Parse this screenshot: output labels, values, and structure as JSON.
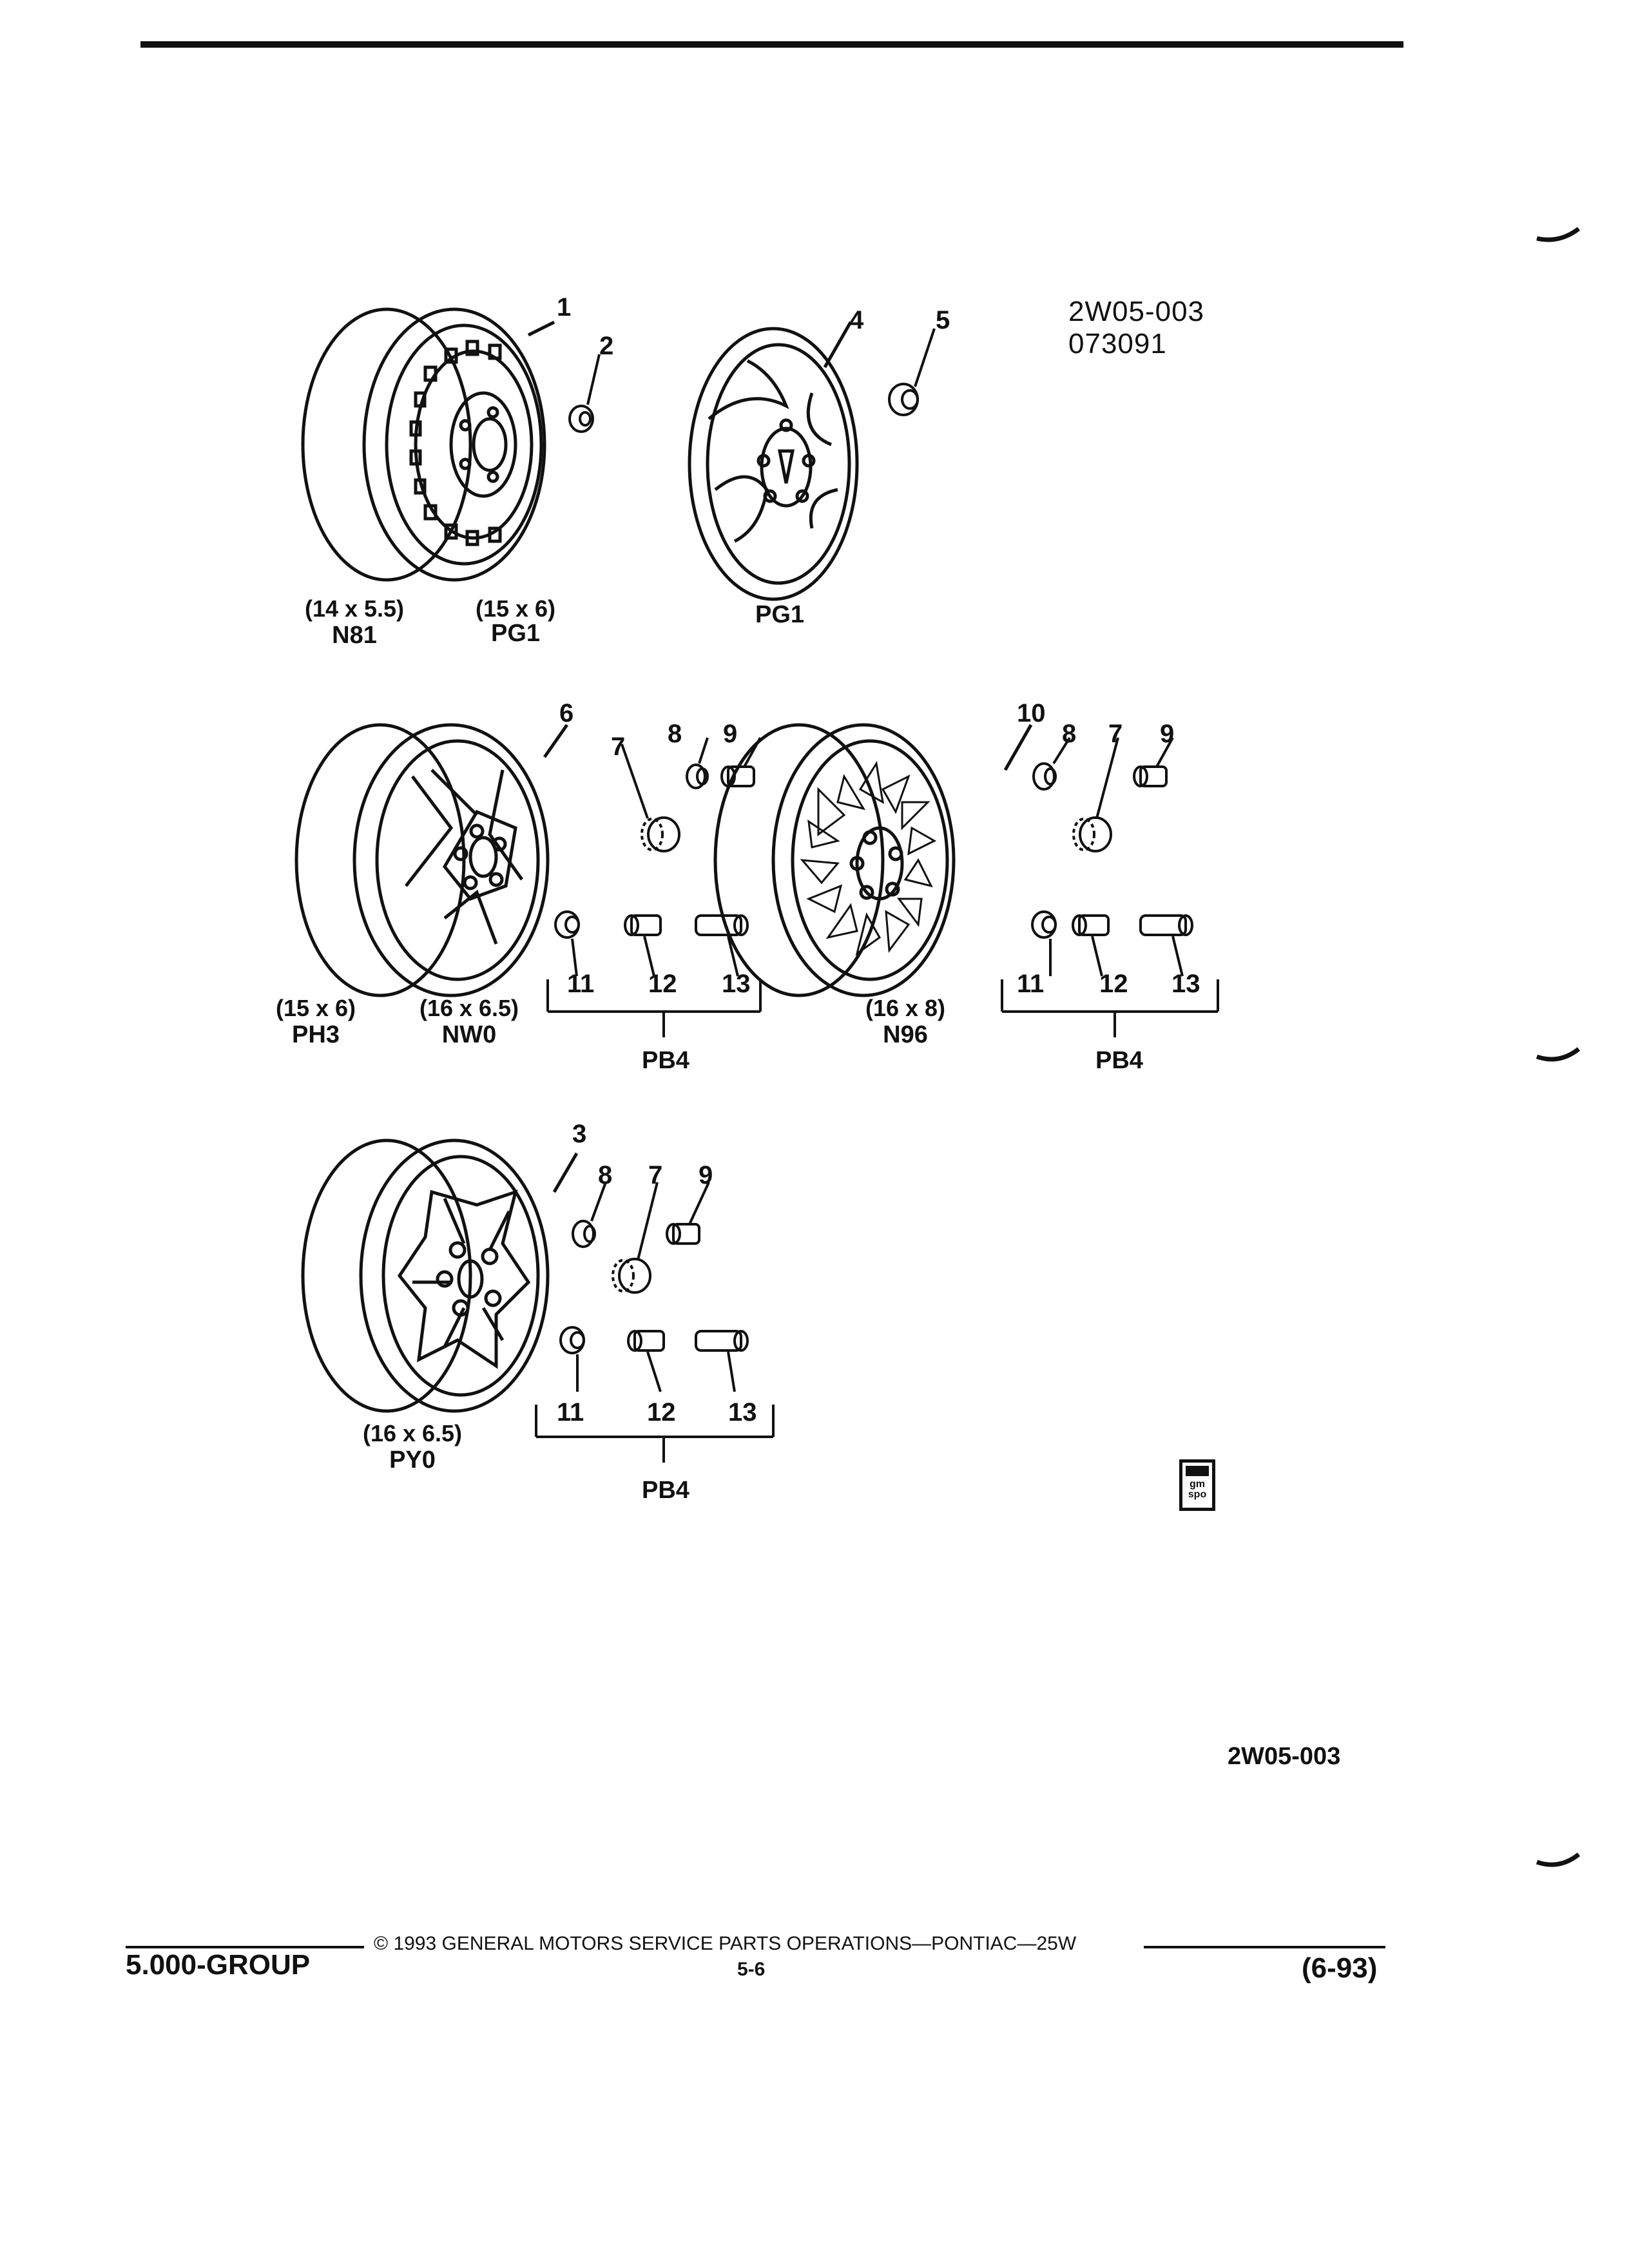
{
  "figure": {
    "id": "2W05-003",
    "date_code": "073091"
  },
  "section1": {
    "callouts": [
      "1",
      "2",
      "4",
      "5"
    ],
    "labels": [
      {
        "size": "(14 x 5.5)",
        "code": "N81"
      },
      {
        "size": "(15 x 6)",
        "code": "PG1"
      },
      {
        "size": "",
        "code": "PG1"
      }
    ]
  },
  "section2": {
    "callouts": [
      "6",
      "7",
      "8",
      "9",
      "10",
      "8",
      "7",
      "9"
    ],
    "lower_callouts_left": [
      "11",
      "12",
      "13"
    ],
    "lower_callouts_right": [
      "11",
      "12",
      "13"
    ],
    "labels": [
      {
        "size": "(15 x 6)",
        "code": "PH3"
      },
      {
        "size": "(16 x 6.5)",
        "code": "NW0"
      },
      {
        "size": "(16 x 8)",
        "code": "N96"
      }
    ],
    "group_left": "PB4",
    "group_right": "PB4"
  },
  "section3": {
    "callouts": [
      "3",
      "8",
      "7",
      "9"
    ],
    "lower_callouts": [
      "11",
      "12",
      "13"
    ],
    "labels": [
      {
        "size": "(16 x 6.5)",
        "code": "PY0"
      }
    ],
    "group": "PB4"
  },
  "badge": {
    "line1": "gm",
    "line2": "spo"
  },
  "footer": {
    "figure_ref": "2W05-003",
    "group": "5.000-GROUP",
    "copyright": "© 1993 GENERAL MOTORS SERVICE PARTS OPERATIONS—PONTIAC—25W",
    "page": "5-6",
    "date": "(6-93)"
  }
}
